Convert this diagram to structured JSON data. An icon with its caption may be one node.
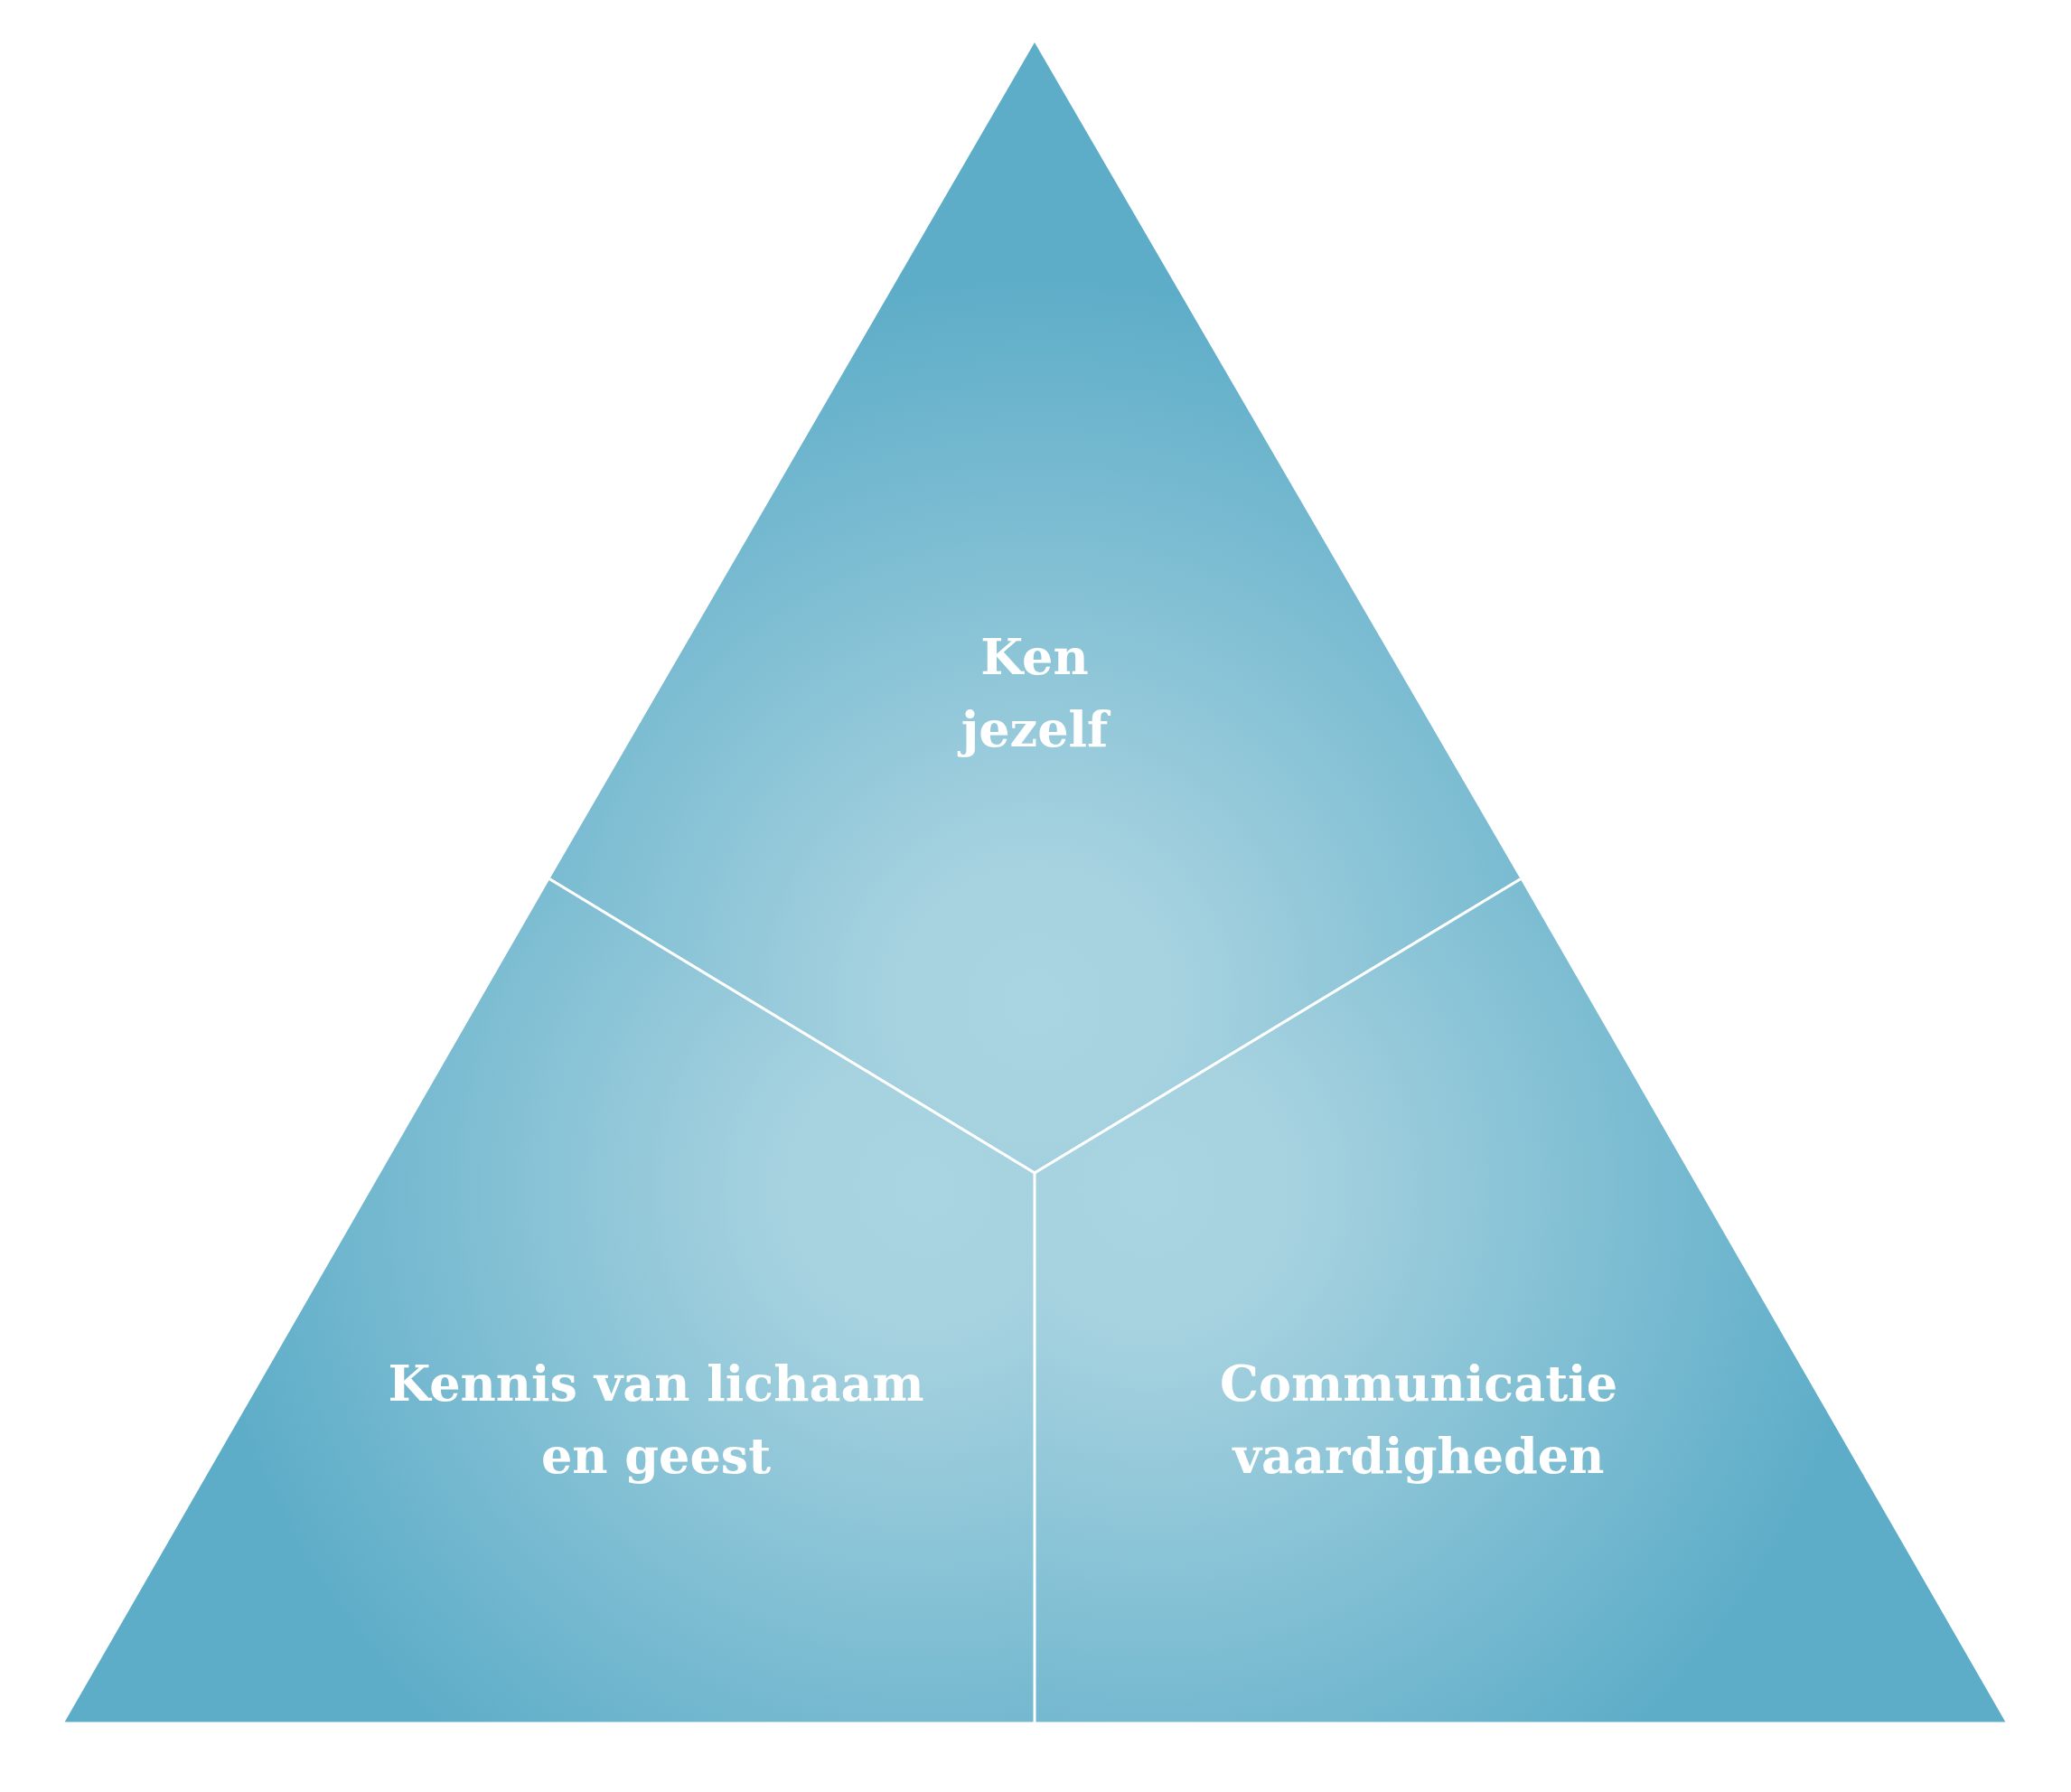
{
  "diagram": {
    "nodes": [
      {
        "text": [
          "Ken jezelf"
        ]
      },
      {
        "text": [
          "Kennis van lichaam en geest"
        ]
      },
      {
        "text": [
          "Communicatie vaardigheden"
        ]
      }
    ]
  }
}
